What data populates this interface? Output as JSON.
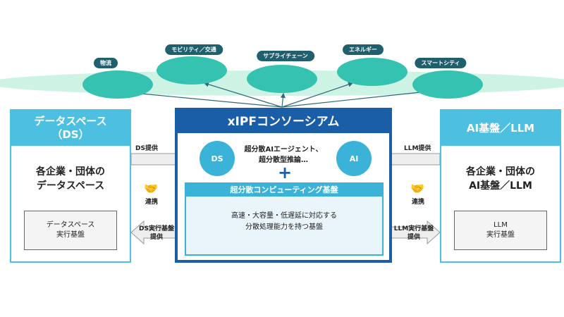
{
  "domains": [
    "物流",
    "モビリティ／交通",
    "サプライチェーン",
    "エネルギー",
    "スマートシティ"
  ],
  "center": {
    "title": "xIPFコンソーシアム",
    "ds": "DS",
    "ai": "AI",
    "agents_line1": "超分散AIエージェント、",
    "agents_line2": "超分散型推論…",
    "plus": "+",
    "platform_title": "超分散コンピューティング基盤",
    "platform_line1": "高速・大容量・低遅延に対応する",
    "platform_line2": "分散処理能力を持つ基盤"
  },
  "left": {
    "title_line1": "データスペース",
    "title_line2": "（DS）",
    "mid_line1": "各企業・団体の",
    "mid_line2": "データスペース",
    "inner_line1": "データスペース",
    "inner_line2": "実行基盤",
    "provide": "DS提供",
    "collab": "連携",
    "exec_line1": "DS実行基盤",
    "exec_line2": "提供"
  },
  "right": {
    "title": "AI基盤／LLM",
    "mid_line1": "各企業・団体の",
    "mid_line2": "AI基盤／LLM",
    "inner_line1": "LLM",
    "inner_line2": "実行基盤",
    "provide": "LLM提供",
    "collab": "連携",
    "exec_line1": "LLM実行基盤",
    "exec_line2": "提供"
  },
  "colors": {
    "navy": "#1a5ea8",
    "cyan": "#3bb3d8",
    "teal": "#35c2b0",
    "mint": "#cdf3e5"
  }
}
